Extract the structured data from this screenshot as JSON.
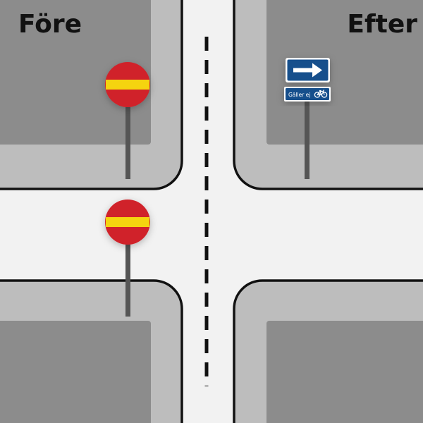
{
  "labels": {
    "before": "Före",
    "after": "Efter",
    "supplementary_sign": "Gäller ej"
  },
  "signs": {
    "before": [
      "no-entry-sign",
      "no-entry-sign"
    ],
    "after": [
      "one-way-arrow-right-sign",
      "except-bicycles-plate"
    ]
  },
  "icons": {
    "arrow": "arrow-right-icon",
    "bicycle": "bicycle-icon"
  },
  "colors": {
    "sign_red": "#d0242b",
    "sign_yellow": "#f5d40f",
    "sign_blue": "#164f8c",
    "road": "#f2f2f2",
    "sidewalk": "#bdbdbd",
    "block": "#8c8c8c",
    "curb": "#111111",
    "pole": "#555555"
  }
}
